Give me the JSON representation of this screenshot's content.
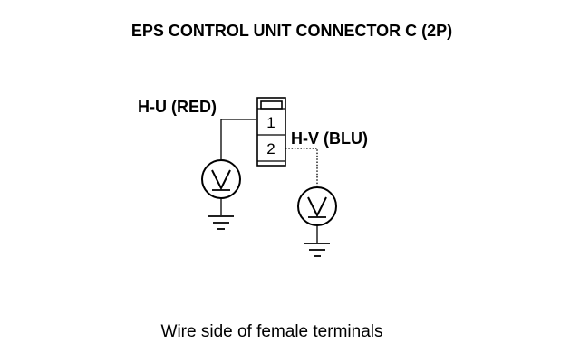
{
  "diagram": {
    "title": "EPS CONTROL UNIT CONNECTOR C (2P)",
    "connector": {
      "pins": [
        "1",
        "2"
      ]
    },
    "wires": {
      "pin1_label": "H-U (RED)",
      "pin2_label": "H-V (BLU)"
    },
    "meter_icon": "voltmeter-icon",
    "ground_icon": "ground-icon",
    "caption": "Wire side of female terminals"
  }
}
